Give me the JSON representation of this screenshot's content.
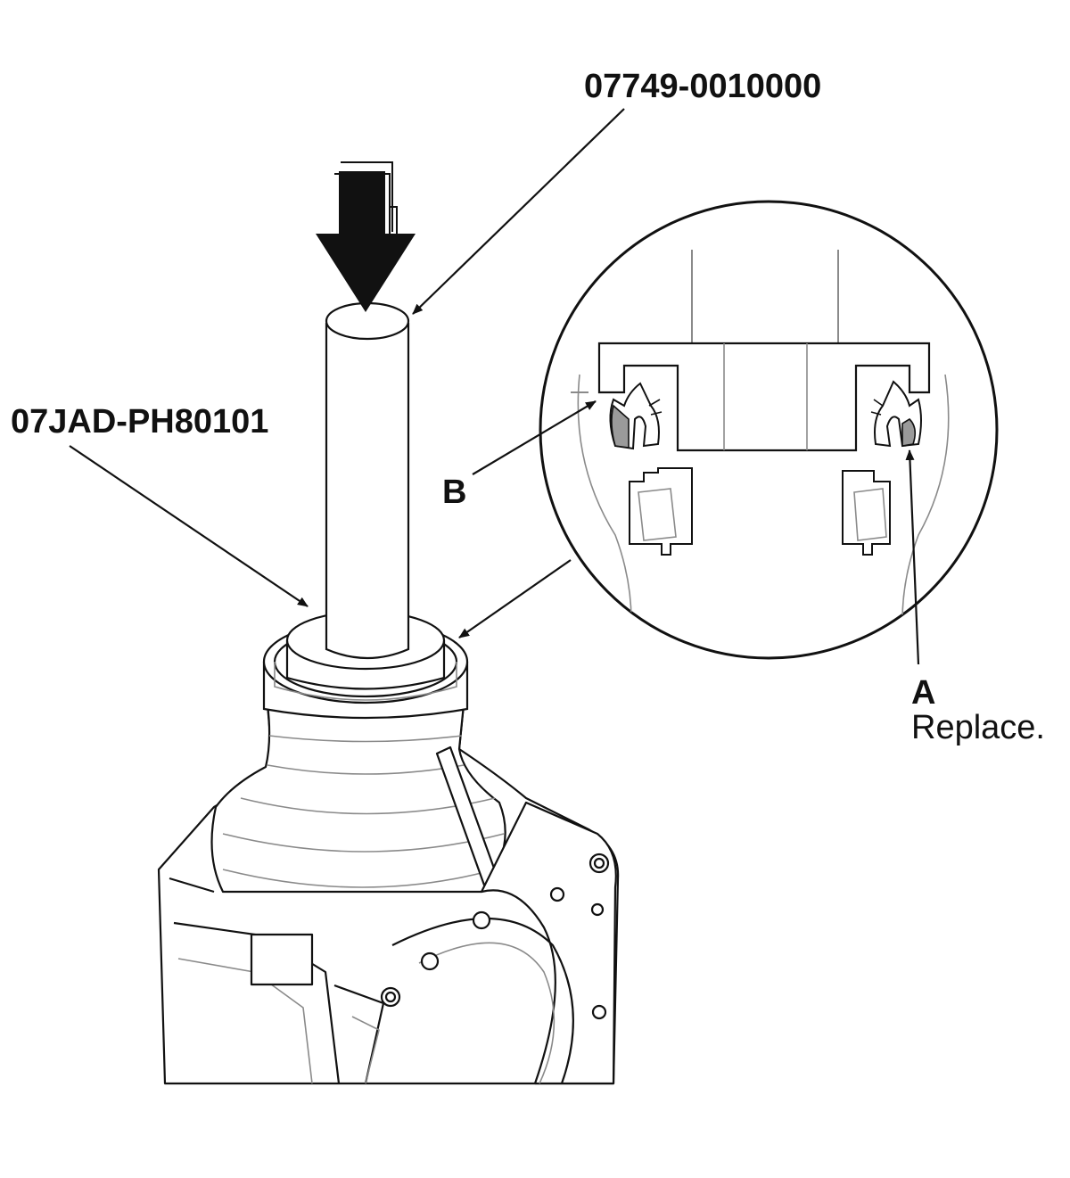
{
  "labels": {
    "tool_top": "07749-0010000",
    "tool_left": "07JAD-PH80101",
    "part_b": "B",
    "part_a": "A",
    "part_a_note": "Replace."
  },
  "colors": {
    "line": "#111111",
    "light_line": "#8a8a8a",
    "fill": "#ffffff",
    "seal_fill": "#9a9a9a"
  }
}
